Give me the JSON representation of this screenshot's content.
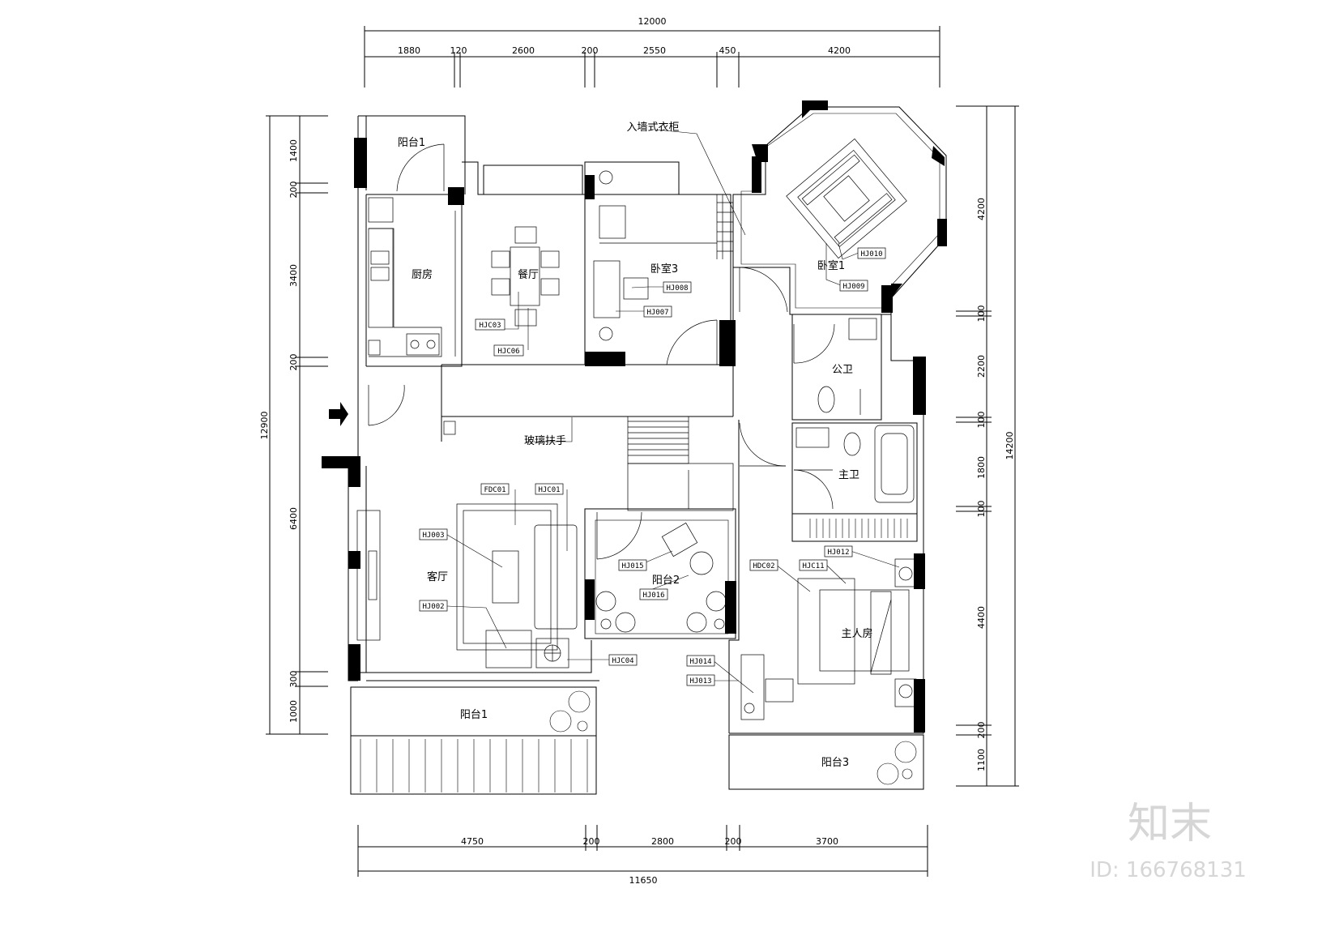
{
  "dimensions": {
    "top_total": "12000",
    "top": [
      "1880",
      "120",
      "2600",
      "200",
      "2550",
      "450",
      "4200"
    ],
    "bottom_total": "11650",
    "bottom": [
      "4750",
      "200",
      "2800",
      "200",
      "3700"
    ],
    "left_total": "12900",
    "left": [
      "1400",
      "200",
      "3400",
      "200",
      "6400",
      "300",
      "1000"
    ],
    "right_total": "14200",
    "right": [
      "4200",
      "100",
      "2200",
      "100",
      "1800",
      "100",
      "4400",
      "200",
      "1100"
    ]
  },
  "rooms": {
    "balcony1_top": "阳台1",
    "kitchen": "厨房",
    "dining": "餐厅",
    "bedroom3": "卧室3",
    "bedroom1": "卧室1",
    "wardrobe": "入墙式衣柜",
    "public_bath": "公卫",
    "master_bath": "主卫",
    "handrail": "玻璃扶手",
    "living": "客厅",
    "balcony2": "阳台2",
    "master_bedroom": "主人房",
    "balcony1_bottom": "阳台1",
    "balcony3": "阳台3"
  },
  "tags": {
    "hj003": "HJC03",
    "hj006": "HJC06",
    "hj008": "HJ008",
    "hj007": "HJ007",
    "hj010": "HJ010",
    "hj009": "HJ009",
    "fdc01": "FDC01",
    "hj001": "HJC01",
    "hj003b": "HJ003",
    "hj002": "HJ002",
    "hj004": "HJC04",
    "hj015": "HJ015",
    "hj016": "HJ016",
    "hdc02": "HDC02",
    "hj011": "HJC11",
    "hj012": "HJ012",
    "hj014": "HJ014",
    "hj013": "HJ013"
  },
  "watermark": {
    "brand": "知末",
    "id": "ID: 166768131"
  },
  "colors": {
    "line": "#000000",
    "watermark": "#d6d6d6"
  }
}
